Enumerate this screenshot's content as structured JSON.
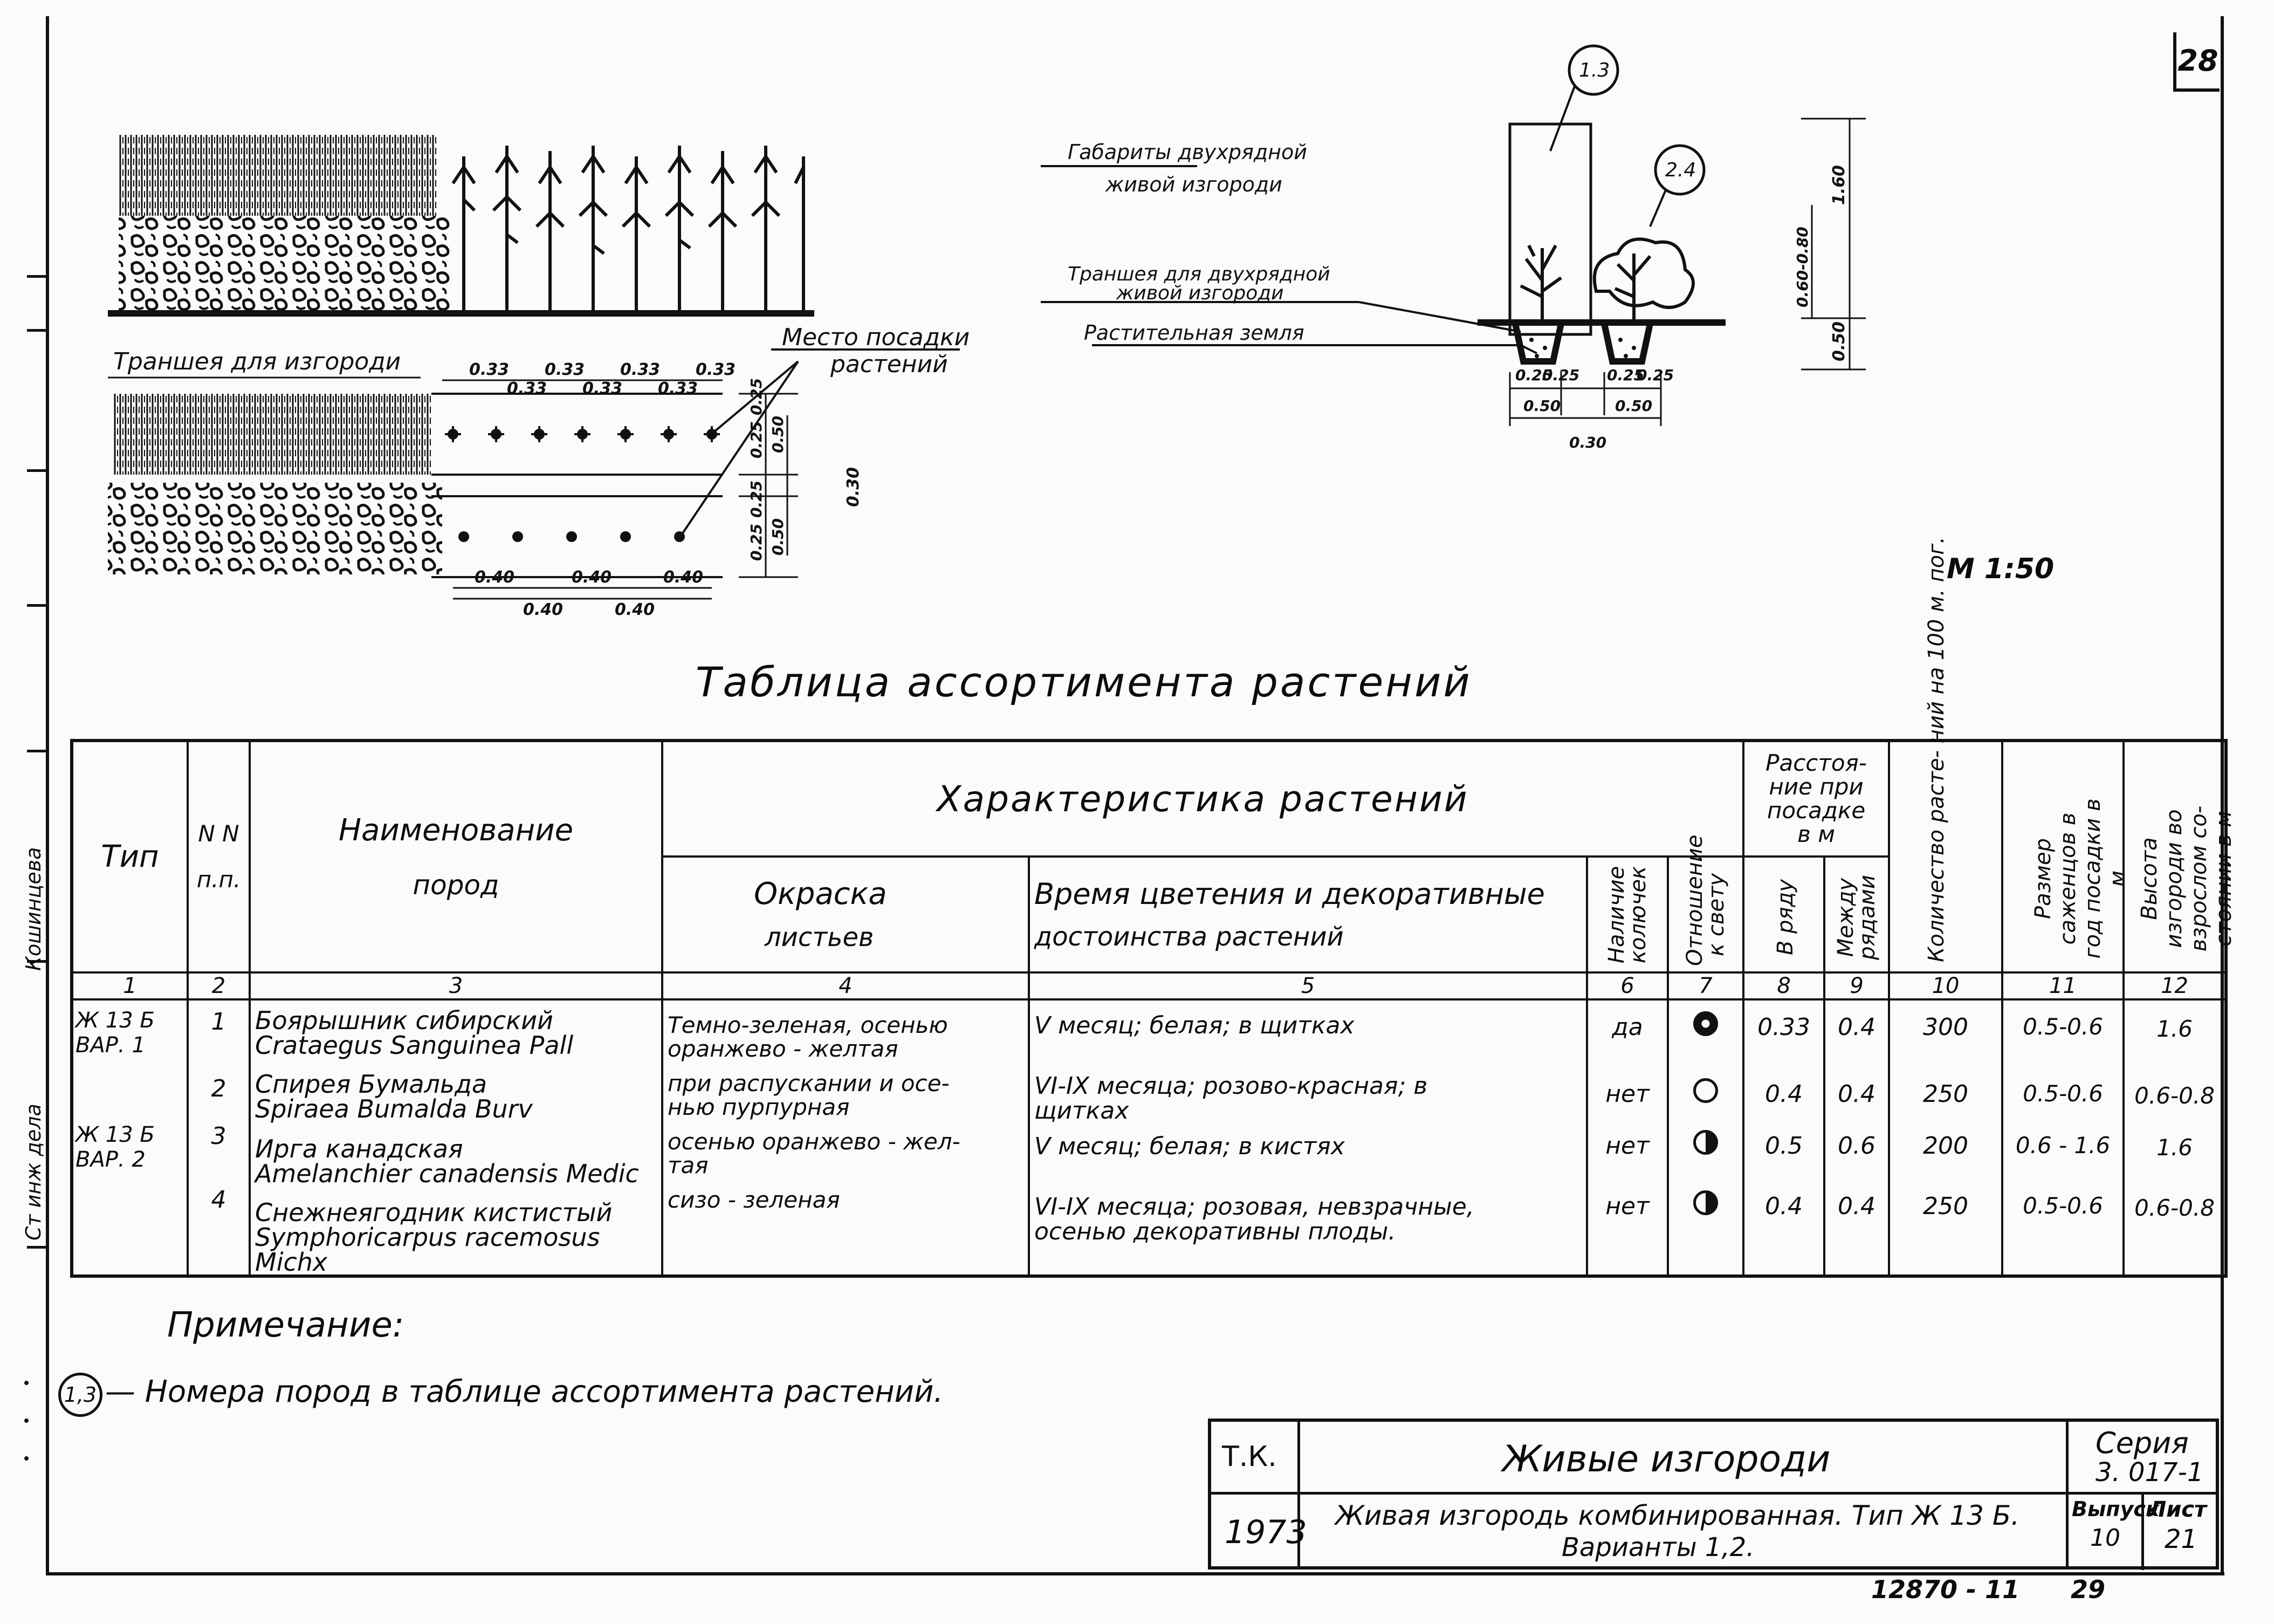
{
  "sheet": {
    "page_number": "28",
    "scale": "М 1:50",
    "bottom_code": "12870 - 11",
    "bottom_page": "29",
    "margin_names": [
      "Кошинцева",
      "Ст инж дела"
    ]
  },
  "drawing_plan": {
    "trench_label": "Траншея для изгороди",
    "planting_label_line1": "Место посадки",
    "planting_label_line2": "растений",
    "dims_top_row_a": [
      "0.33",
      "0.33",
      "0.33",
      "0.33"
    ],
    "dims_top_row_b": [
      "0.33",
      "0.33",
      "0.33"
    ],
    "dims_bottom_row_a": [
      "0.40",
      "0.40",
      "0.40"
    ],
    "dims_bottom_row_b": [
      "0.40",
      "0.40"
    ],
    "dims_vertical": [
      "0.25",
      "0.25",
      "0.50",
      "0.25",
      "0.25",
      "0.50",
      "0.30"
    ]
  },
  "drawing_section": {
    "callout_a": "1.3",
    "callout_b": "2.4",
    "label_gabarity_1": "Габариты двухрядной",
    "label_gabarity_2": "живой изгороди",
    "label_trench_1": "Траншея для двухрядной",
    "label_trench_2": "живой изгороди",
    "label_soil": "Растительная земля",
    "dims_bottom": [
      "0.25",
      "0.25",
      "0.25",
      "0.25"
    ],
    "dims_bottom_b": [
      "0.50",
      "0.50"
    ],
    "dim_gap": "0.30",
    "dims_right": [
      "1.60",
      "0.60-0.80",
      "0.50"
    ]
  },
  "table": {
    "title": "Таблица ассортимента растений",
    "headers": {
      "type": "Тип",
      "nn_1": "N N",
      "nn_2": "п.п.",
      "name_1": "Наименование",
      "name_2": "пород",
      "characteristics": "Характеристика растений",
      "leaf_color_1": "Окраска",
      "leaf_color_2": "листьев",
      "bloom_1": "Время цветения и декоративные",
      "bloom_2": "достоинства растений",
      "thorns": "Наличие колючек",
      "light": "Отношение к свету",
      "distance_1": "Расстоя-",
      "distance_2": "ние при",
      "distance_3": "посадке",
      "distance_4": "в м",
      "in_row": "В ряду",
      "between_rows": "Между рядами",
      "count": "Количество расте- ний на 100 м. пог.",
      "size": "Размер саженцов в год посадки в м",
      "height": "Высота изгороди во взрослом со- стоянии в м"
    },
    "column_numbers": [
      "1",
      "2",
      "3",
      "4",
      "5",
      "6",
      "7",
      "8",
      "9",
      "10",
      "11",
      "12"
    ],
    "types": [
      "Ж 13 Б ВАР. 1",
      "Ж 13 Б ВАР. 2"
    ],
    "rows": [
      {
        "n": "1",
        "name_ru": "Боярышник сибирский",
        "name_lat": "Crataegus Sanguinea Pall",
        "leaf_1": "Темно-зеленая, осенью",
        "leaf_2": "оранжево - желтая",
        "bloom_1": "V месяц; белая; в щитках",
        "bloom_2": "",
        "thorns": "да",
        "light": "dark",
        "in_row": "0.33",
        "between_rows": "0.4",
        "count": "300",
        "size": "0.5-0.6",
        "height": "1.6"
      },
      {
        "n": "2",
        "name_ru": "Спирея Бумальда",
        "name_lat": "Spiraea Bumalda Burv",
        "leaf_1": "при распускании и осе-",
        "leaf_2": "нью пурпурная",
        "bloom_1": "VI-IX месяца; розово-красная; в",
        "bloom_2": "щитках",
        "thorns": "нет",
        "light": "light",
        "in_row": "0.4",
        "between_rows": "0.4",
        "count": "250",
        "size": "0.5-0.6",
        "height": "0.6-0.8"
      },
      {
        "n": "3",
        "name_ru": "Ирга канадская",
        "name_lat": "Amelanchier canadensis Medic",
        "leaf_1": "осенью оранжево - жел-",
        "leaf_2": "тая",
        "bloom_1": "V месяц; белая; в кистях",
        "bloom_2": "",
        "thorns": "нет",
        "light": "half",
        "in_row": "0.5",
        "between_rows": "0.6",
        "count": "200",
        "size": "0.6 - 1.6",
        "height": "1.6"
      },
      {
        "n": "4",
        "name_ru": "Снежнеягодник кистистый",
        "name_lat": "Symphoricarpus racemosus Michx",
        "leaf_1": "сизо - зеленая",
        "leaf_2": "",
        "bloom_1": "VI-IX месяца; розовая, невзрачные,",
        "bloom_2": "осенью декоративны плоды.",
        "thorns": "нет",
        "light": "half",
        "in_row": "0.4",
        "between_rows": "0.4",
        "count": "250",
        "size": "0.5-0.6",
        "height": "0.6-0.8"
      }
    ]
  },
  "note": {
    "title": "Примечание:",
    "marker": "1,3",
    "text": "— Номера пород в таблице ассортимента растений."
  },
  "title_block": {
    "tk": "Т.К.",
    "year": "1973",
    "main_title": "Живые изгороди",
    "subtitle_1": "Живая изгородь комбинированная. Тип Ж 13 Б.",
    "subtitle_2": "Варианты 1,2.",
    "series_label": "Серия",
    "series_value": "3. 017-1",
    "issue_label": "Выпуск",
    "issue_value": "10",
    "sheet_label": "Лист",
    "sheet_value": "21"
  }
}
